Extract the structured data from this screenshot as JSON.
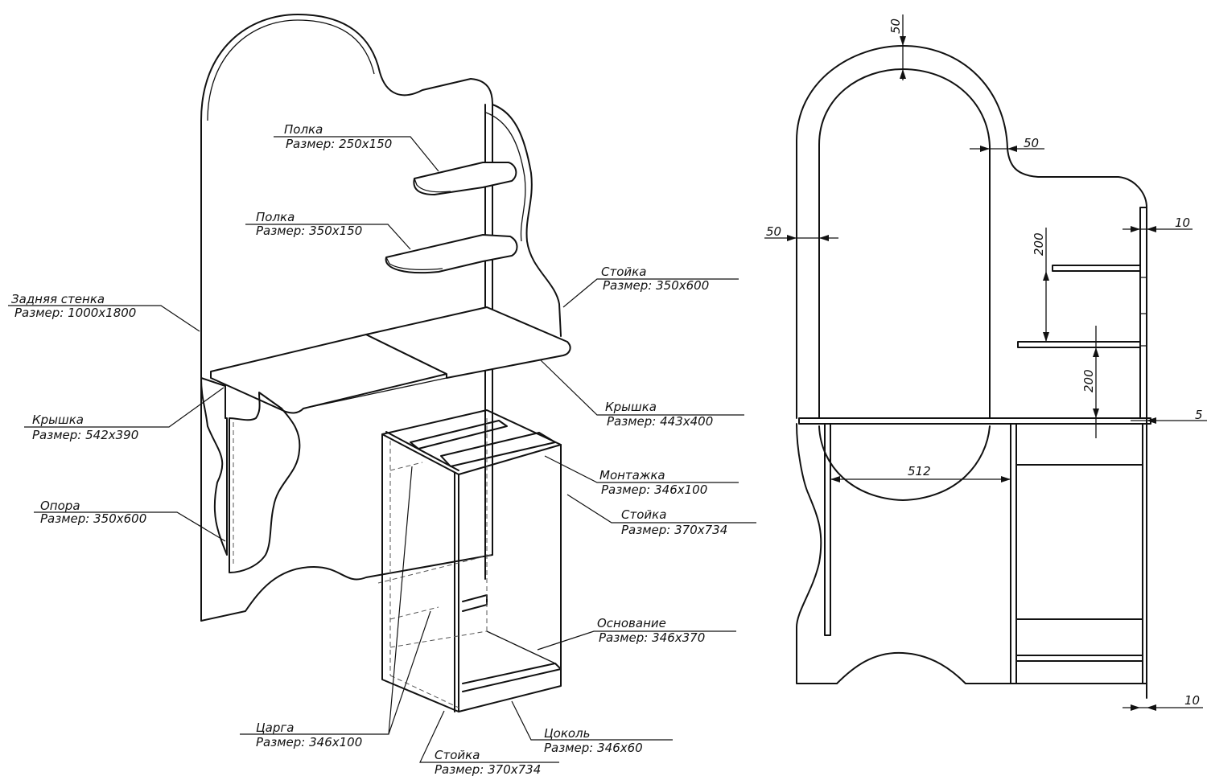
{
  "labels": {
    "back_wall": {
      "name": "Задняя стенка",
      "size": "Размер: 1000x1800"
    },
    "shelf_top": {
      "name": "Полка",
      "size": "Размер: 250x150"
    },
    "shelf_mid": {
      "name": "Полка",
      "size": "Размер: 350x150"
    },
    "stand_right": {
      "name": "Стойка",
      "size": "Размер: 350x600"
    },
    "top_right": {
      "name": "Крышка",
      "size": "Размер: 443x400"
    },
    "top_left": {
      "name": "Крышка",
      "size": "Размер: 542x390"
    },
    "support": {
      "name": "Опора",
      "size": "Размер: 350x600"
    },
    "mount": {
      "name": "Монтажка",
      "size": "Размер: 346x100"
    },
    "stand_ped": {
      "name": "Стойка",
      "size": "Размер: 370x734"
    },
    "base": {
      "name": "Основание",
      "size": "Размер: 346x370"
    },
    "rail": {
      "name": "Царга",
      "size": "Размер: 346x100"
    },
    "plinth": {
      "name": "Цоколь",
      "size": "Размер: 346x60"
    },
    "stand_bottom": {
      "name": "Стойка",
      "size": "Размер: 370x734"
    }
  },
  "dimensions": {
    "top_thickness": "50",
    "side_offset": "50",
    "left_offset": "50",
    "panel_thickness": "10",
    "shelf_gap_1": "200",
    "shelf_gap_2": "200",
    "tabletop_thickness": "5",
    "span_width": "512",
    "bottom_thickness": "10"
  }
}
